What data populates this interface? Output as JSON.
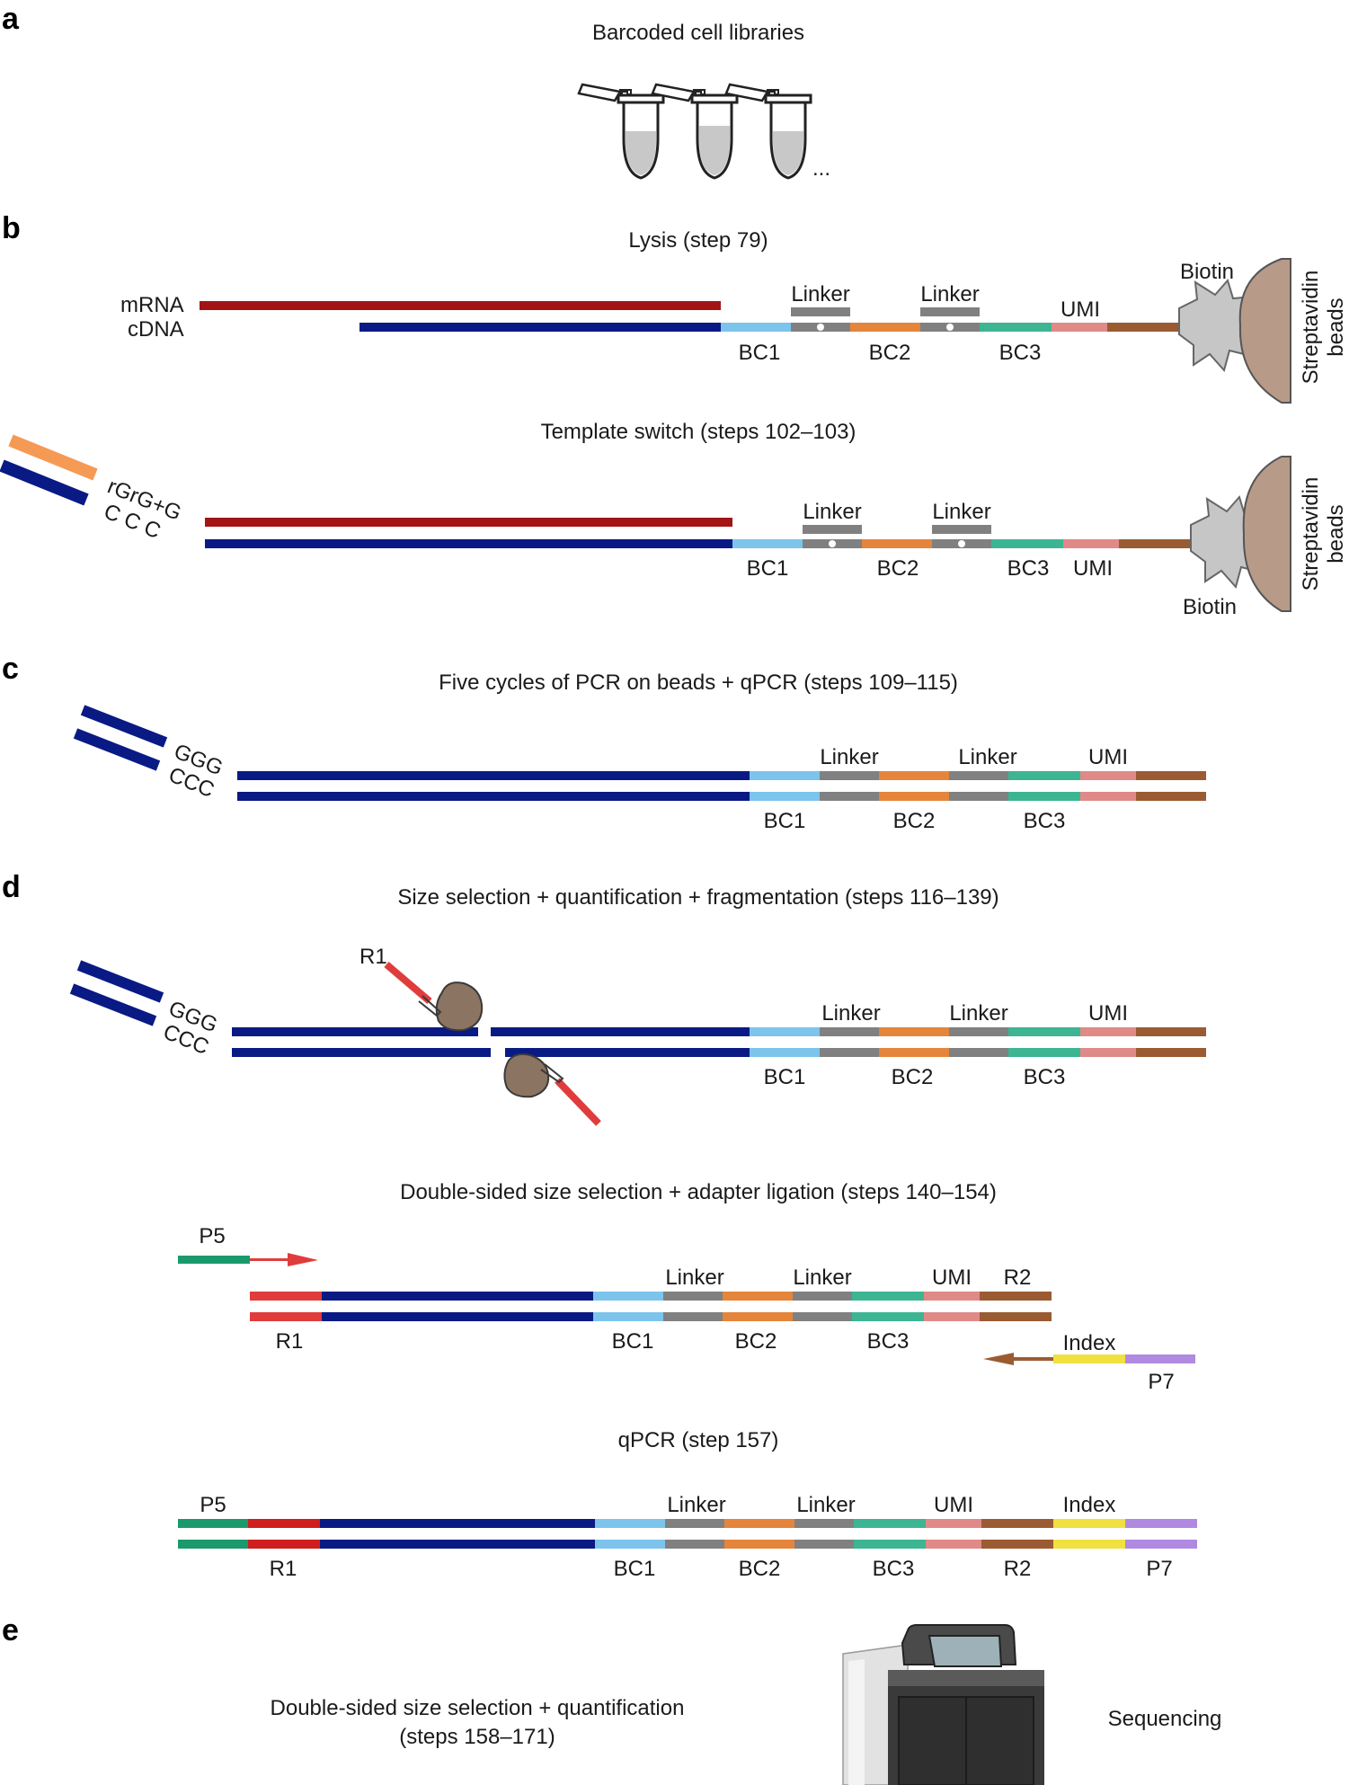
{
  "colors": {
    "navy": "#0a1a84",
    "dark_red": "#a31515",
    "light_blue": "#7cc4ec",
    "gray": "#808080",
    "orange": "#e5853b",
    "teal": "#3db592",
    "pink": "#e08a88",
    "brown": "#9b5b32",
    "red": "#e03c3c",
    "green": "#1a9a6c",
    "yellow": "#f0e040",
    "purple": "#b08ae0",
    "bead": "#b89a88",
    "biotin": "#c6c6c6",
    "orange_oligo": "#f59a55",
    "enzyme": "#8c7462"
  },
  "icons": [
    "tube-icon",
    "bead-icon",
    "biotin-icon",
    "tn5-enzyme-icon",
    "sequencer-icon",
    "arrow-icon"
  ],
  "panels": {
    "a": {
      "letter": "a",
      "title": "Barcoded cell libraries",
      "ellipsis": "..."
    },
    "b": {
      "letter": "b",
      "lysis_title": "Lysis (step 79)",
      "mrna_label": "mRNA",
      "cdna_label": "cDNA",
      "linker1": "Linker",
      "linker2": "Linker",
      "umi": "UMI",
      "biotin": "Biotin",
      "bc1": "BC1",
      "bc2": "BC2",
      "bc3": "BC3",
      "bead_label_line1": "Streptavidin",
      "bead_label_line2": "beads",
      "ts_title": "Template switch (steps 102–103)",
      "ts_rgrg": "rGrG+G",
      "ts_ccc": "C  C  C",
      "ts_linker1": "Linker",
      "ts_linker2": "Linker",
      "ts_bc1": "BC1",
      "ts_bc2": "BC2",
      "ts_bc3": "BC3",
      "ts_umi": "UMI",
      "ts_biotin": "Biotin",
      "ts_bead_label_line1": "Streptavidin",
      "ts_bead_label_line2": "beads"
    },
    "c": {
      "letter": "c",
      "title": "Five cycles of PCR on beads + qPCR (steps 109–115)",
      "ggg": "GGG",
      "ccc": "CCC",
      "linker1": "Linker",
      "linker2": "Linker",
      "umi": "UMI",
      "bc1": "BC1",
      "bc2": "BC2",
      "bc3": "BC3"
    },
    "d": {
      "letter": "d",
      "title": "Size selection + quantification + fragmentation (steps 116–139)",
      "r1": "R1",
      "ggg": "GGG",
      "ccc": "CCC",
      "linker1": "Linker",
      "linker2": "Linker",
      "umi": "UMI",
      "bc1": "BC1",
      "bc2": "BC2",
      "bc3": "BC3",
      "lig_title": "Double-sided size selection + adapter ligation (steps 140–154)",
      "lig_p5": "P5",
      "lig_linker1": "Linker",
      "lig_linker2": "Linker",
      "lig_umi": "UMI",
      "lig_r2": "R2",
      "lig_r1": "R1",
      "lig_bc1": "BC1",
      "lig_bc2": "BC2",
      "lig_bc3": "BC3",
      "lig_index": "Index",
      "lig_p7": "P7",
      "qpcr_title": "qPCR (step 157)",
      "q_p5": "P5",
      "q_linker1": "Linker",
      "q_linker2": "Linker",
      "q_umi": "UMI",
      "q_index": "Index",
      "q_r1": "R1",
      "q_bc1": "BC1",
      "q_bc2": "BC2",
      "q_bc3": "BC3",
      "q_r2": "R2",
      "q_p7": "P7"
    },
    "e": {
      "letter": "e",
      "line1": "Double-sided size selection + quantification",
      "line2": "(steps 158–171)",
      "sequencing": "Sequencing"
    }
  }
}
